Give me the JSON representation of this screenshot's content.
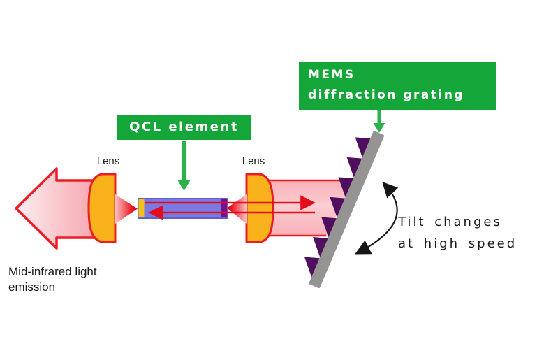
{
  "labels": {
    "qcl_box": "QCL element",
    "mems_line1": "MEMS",
    "mems_line2": "diffraction grating",
    "lens_left": "Lens",
    "lens_right": "Lens",
    "emission_line1": "Mid-infrared light",
    "emission_line2": "emission",
    "tilt_line1": "Tilt changes",
    "tilt_line2": "at high speed"
  },
  "colors": {
    "label_green": "#15a63a",
    "arrow_green": "#2bb24a",
    "outline_red": "#ed1c24",
    "beam_line_red": "#e30b1c",
    "beam_band_pink": "#f9c0c5",
    "lens_orange": "#f9b21b",
    "qcl_blue": "#7a7ae3",
    "qcl_border_blue": "#5f5fd0",
    "facet_yellow": "#f3c11c",
    "facet_purple": "#7a0e8d",
    "grating_gray": "#969492",
    "teeth_purple": "#4f0f5e",
    "tilt_arrow_black": "#161616",
    "text_black": "#1a1a1a"
  }
}
